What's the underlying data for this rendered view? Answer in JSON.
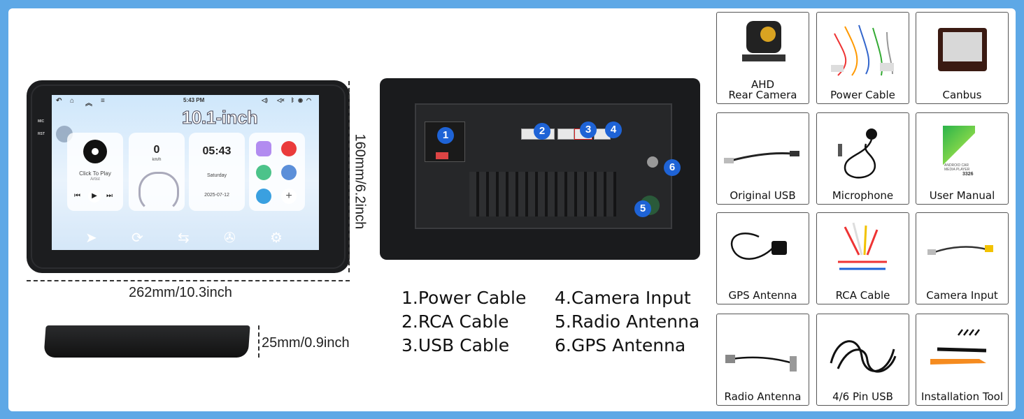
{
  "screen": {
    "time": "5:43 PM",
    "title": "10.1-inch",
    "music": {
      "play_label": "Click To Play",
      "artist": "Artist"
    },
    "speed": {
      "value": "0",
      "unit": "km/h"
    },
    "clock": {
      "time": "05:43",
      "day": "Saturday",
      "date": "2025-07-12"
    },
    "side_labels": [
      "MIC",
      "RST"
    ]
  },
  "dimensions": {
    "width": "262mm/10.3inch",
    "height": "160mm/6.2inch",
    "depth": "25mm/0.9inch"
  },
  "ports": {
    "markers": [
      "1",
      "2",
      "3",
      "4",
      "5",
      "6"
    ],
    "legend_left": [
      "1.Power Cable",
      "2.RCA Cable",
      "3.USB Cable"
    ],
    "legend_right": [
      "4.Camera Input",
      "5.Radio Antenna",
      "6.GPS Antenna"
    ]
  },
  "accessories": [
    {
      "label": "AHD\nRear Camera",
      "icon": "camera-icon"
    },
    {
      "label": "Power Cable",
      "icon": "harness-icon"
    },
    {
      "label": "Canbus",
      "icon": "canbus-box-icon"
    },
    {
      "label": "Original USB",
      "icon": "usb-cable-icon"
    },
    {
      "label": "Microphone",
      "icon": "microphone-icon"
    },
    {
      "label": "User Manual",
      "icon": "manual-icon"
    },
    {
      "label": "GPS Antenna",
      "icon": "gps-antenna-icon"
    },
    {
      "label": "RCA Cable",
      "icon": "rca-cable-icon"
    },
    {
      "label": "Camera Input",
      "icon": "camera-input-cable-icon"
    },
    {
      "label": "Radio Antenna",
      "icon": "radio-antenna-icon"
    },
    {
      "label": "4/6 Pin USB",
      "icon": "usb-pin-cable-icon"
    },
    {
      "label": "Installation Tool",
      "icon": "install-tool-icon"
    }
  ],
  "manual_cover": {
    "text": "ANDROID CAR MEDIA PLAYER",
    "code": "3326"
  },
  "colors": {
    "frame": "#5ea8e6",
    "marker": "#1e63d6",
    "unit": "#1c1d1f"
  }
}
